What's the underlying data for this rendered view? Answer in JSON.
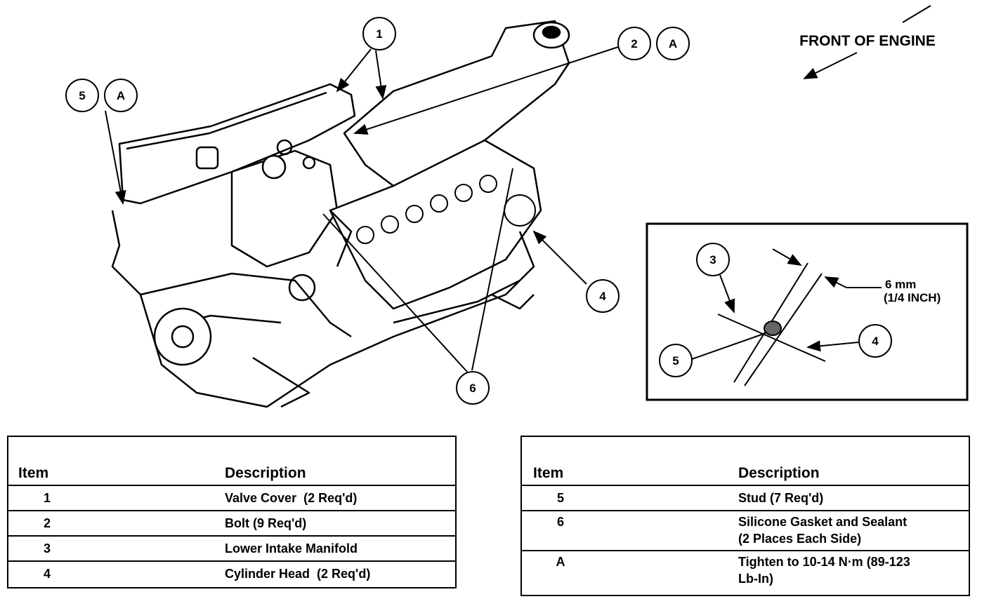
{
  "diagram": {
    "front_label": "FRONT OF ENGINE",
    "detail_measure": "6 mm",
    "detail_measure_imperial": "(1/4 INCH)",
    "callouts": {
      "c1": "1",
      "c2": "2",
      "c2a": "A",
      "c5": "5",
      "c5a": "A",
      "c4": "4",
      "c6": "6",
      "d3": "3",
      "d4": "4",
      "d5": "5"
    }
  },
  "table_left": {
    "header_item": "Item",
    "header_desc": "Description",
    "rows": [
      {
        "item": "1",
        "desc": "Valve Cover  (2 Req'd)"
      },
      {
        "item": "2",
        "desc": "Bolt (9 Req'd)"
      },
      {
        "item": "3",
        "desc": "Lower Intake Manifold"
      },
      {
        "item": "4",
        "desc": "Cylinder Head  (2 Req'd)"
      }
    ]
  },
  "table_right": {
    "header_item": "Item",
    "header_desc": "Description",
    "rows": [
      {
        "item": "5",
        "desc": "Stud (7 Req'd)"
      },
      {
        "item": "6",
        "desc_l1": "Silicone Gasket and Sealant",
        "desc_l2": "(2 Places Each Side)"
      },
      {
        "item": "A",
        "desc_l1": "Tighten to 10-14 N·m (89-123",
        "desc_l2": "Lb-In)"
      }
    ]
  }
}
